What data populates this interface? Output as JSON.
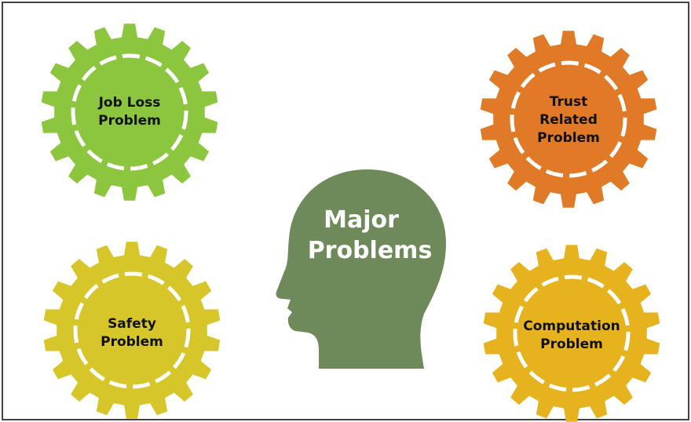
{
  "center": {
    "lines": [
      "Major",
      "Problems"
    ],
    "color": "#6e8a5a"
  },
  "gears": [
    {
      "id": "job-loss",
      "lines": [
        "Job Loss",
        "Problem"
      ],
      "color": "#8cc63f"
    },
    {
      "id": "trust-related",
      "lines": [
        "Trust",
        "Related",
        "Problem"
      ],
      "color": "#e07a26"
    },
    {
      "id": "safety",
      "lines": [
        "Safety",
        "Problem"
      ],
      "color": "#d6c62a"
    },
    {
      "id": "computation",
      "lines": [
        "Computation",
        "Problem"
      ],
      "color": "#e6b31e"
    }
  ],
  "frame_color": "#444444"
}
